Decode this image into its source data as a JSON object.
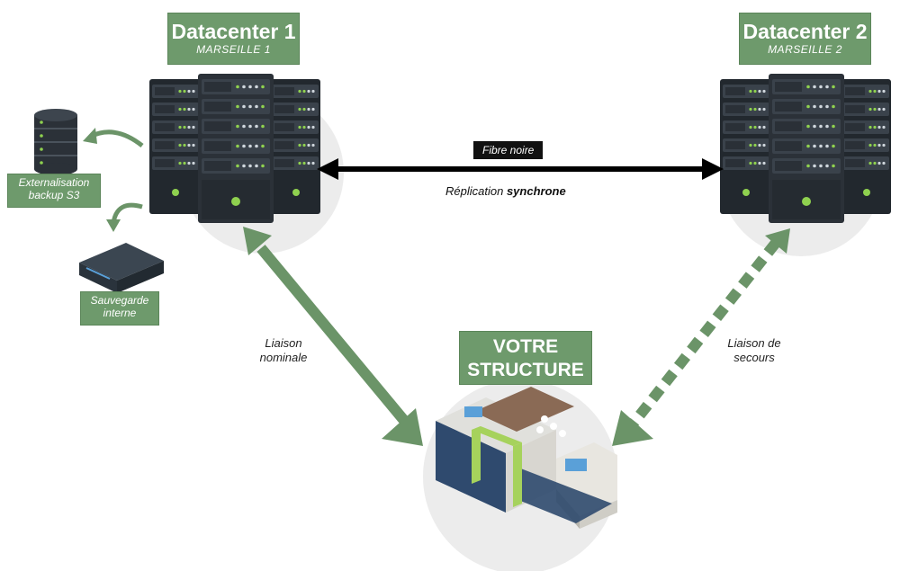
{
  "datacenter1": {
    "title": "Datacenter 1",
    "subtitle": "MARSEILLE 1"
  },
  "datacenter2": {
    "title": "Datacenter 2",
    "subtitle": "MARSEILLE 2"
  },
  "backup_s3": {
    "line1": "Externalisation",
    "line2": "backup S3"
  },
  "internal_backup": {
    "line1": "Sauvegarde",
    "line2": "interne"
  },
  "fibre": {
    "label": "Fibre noire"
  },
  "replication": {
    "prefix": "Réplication",
    "emphasis": "synchrone"
  },
  "link_nominal": {
    "line1": "Liaison",
    "line2": "nominale"
  },
  "link_backup": {
    "line1": "Liaison de",
    "line2": "secours"
  },
  "structure": {
    "line1": "VOTRE",
    "line2": "STRUCTURE"
  },
  "colors": {
    "green": "#6e9a6c",
    "arrow_green": "#6b9468",
    "rack_dark": "#2b3138",
    "led": "#8fd14f"
  }
}
